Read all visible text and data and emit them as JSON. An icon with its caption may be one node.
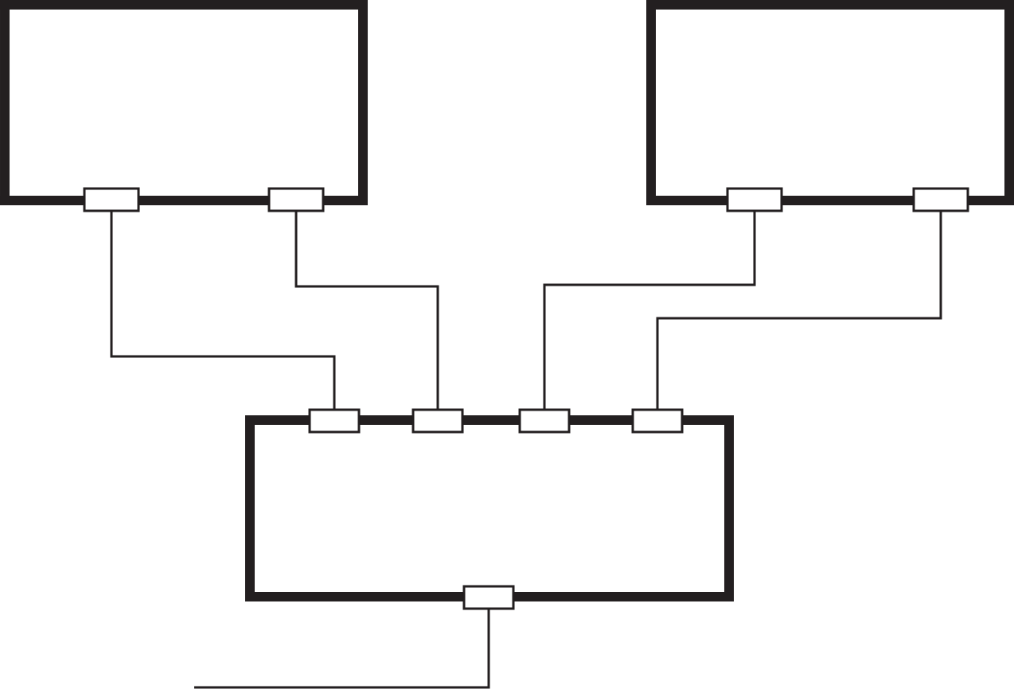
{
  "diagram": {
    "nodes": [
      {
        "text": [],
        "shape": "box"
      },
      {
        "text": [],
        "shape": "box"
      },
      {
        "text": [],
        "shape": "box"
      },
      {
        "text": [],
        "shape": "box"
      },
      {
        "text": [],
        "shape": "box"
      },
      {
        "text": [],
        "shape": "box"
      },
      {
        "text": [],
        "shape": "box"
      },
      {
        "text": [],
        "shape": "box"
      },
      {
        "text": [],
        "shape": "box"
      },
      {
        "text": [],
        "shape": "box"
      },
      {
        "text": [],
        "shape": "box"
      },
      {
        "text": [],
        "shape": "box"
      }
    ],
    "edges": [
      {
        "from": 3,
        "to": 7,
        "arrow": "none"
      },
      {
        "from": 4,
        "to": 8,
        "arrow": "none"
      },
      {
        "from": 5,
        "to": 9,
        "arrow": "none"
      },
      {
        "from": 6,
        "to": 10,
        "arrow": "none"
      },
      {
        "from": 11,
        "to": null,
        "arrow": "none"
      }
    ]
  }
}
